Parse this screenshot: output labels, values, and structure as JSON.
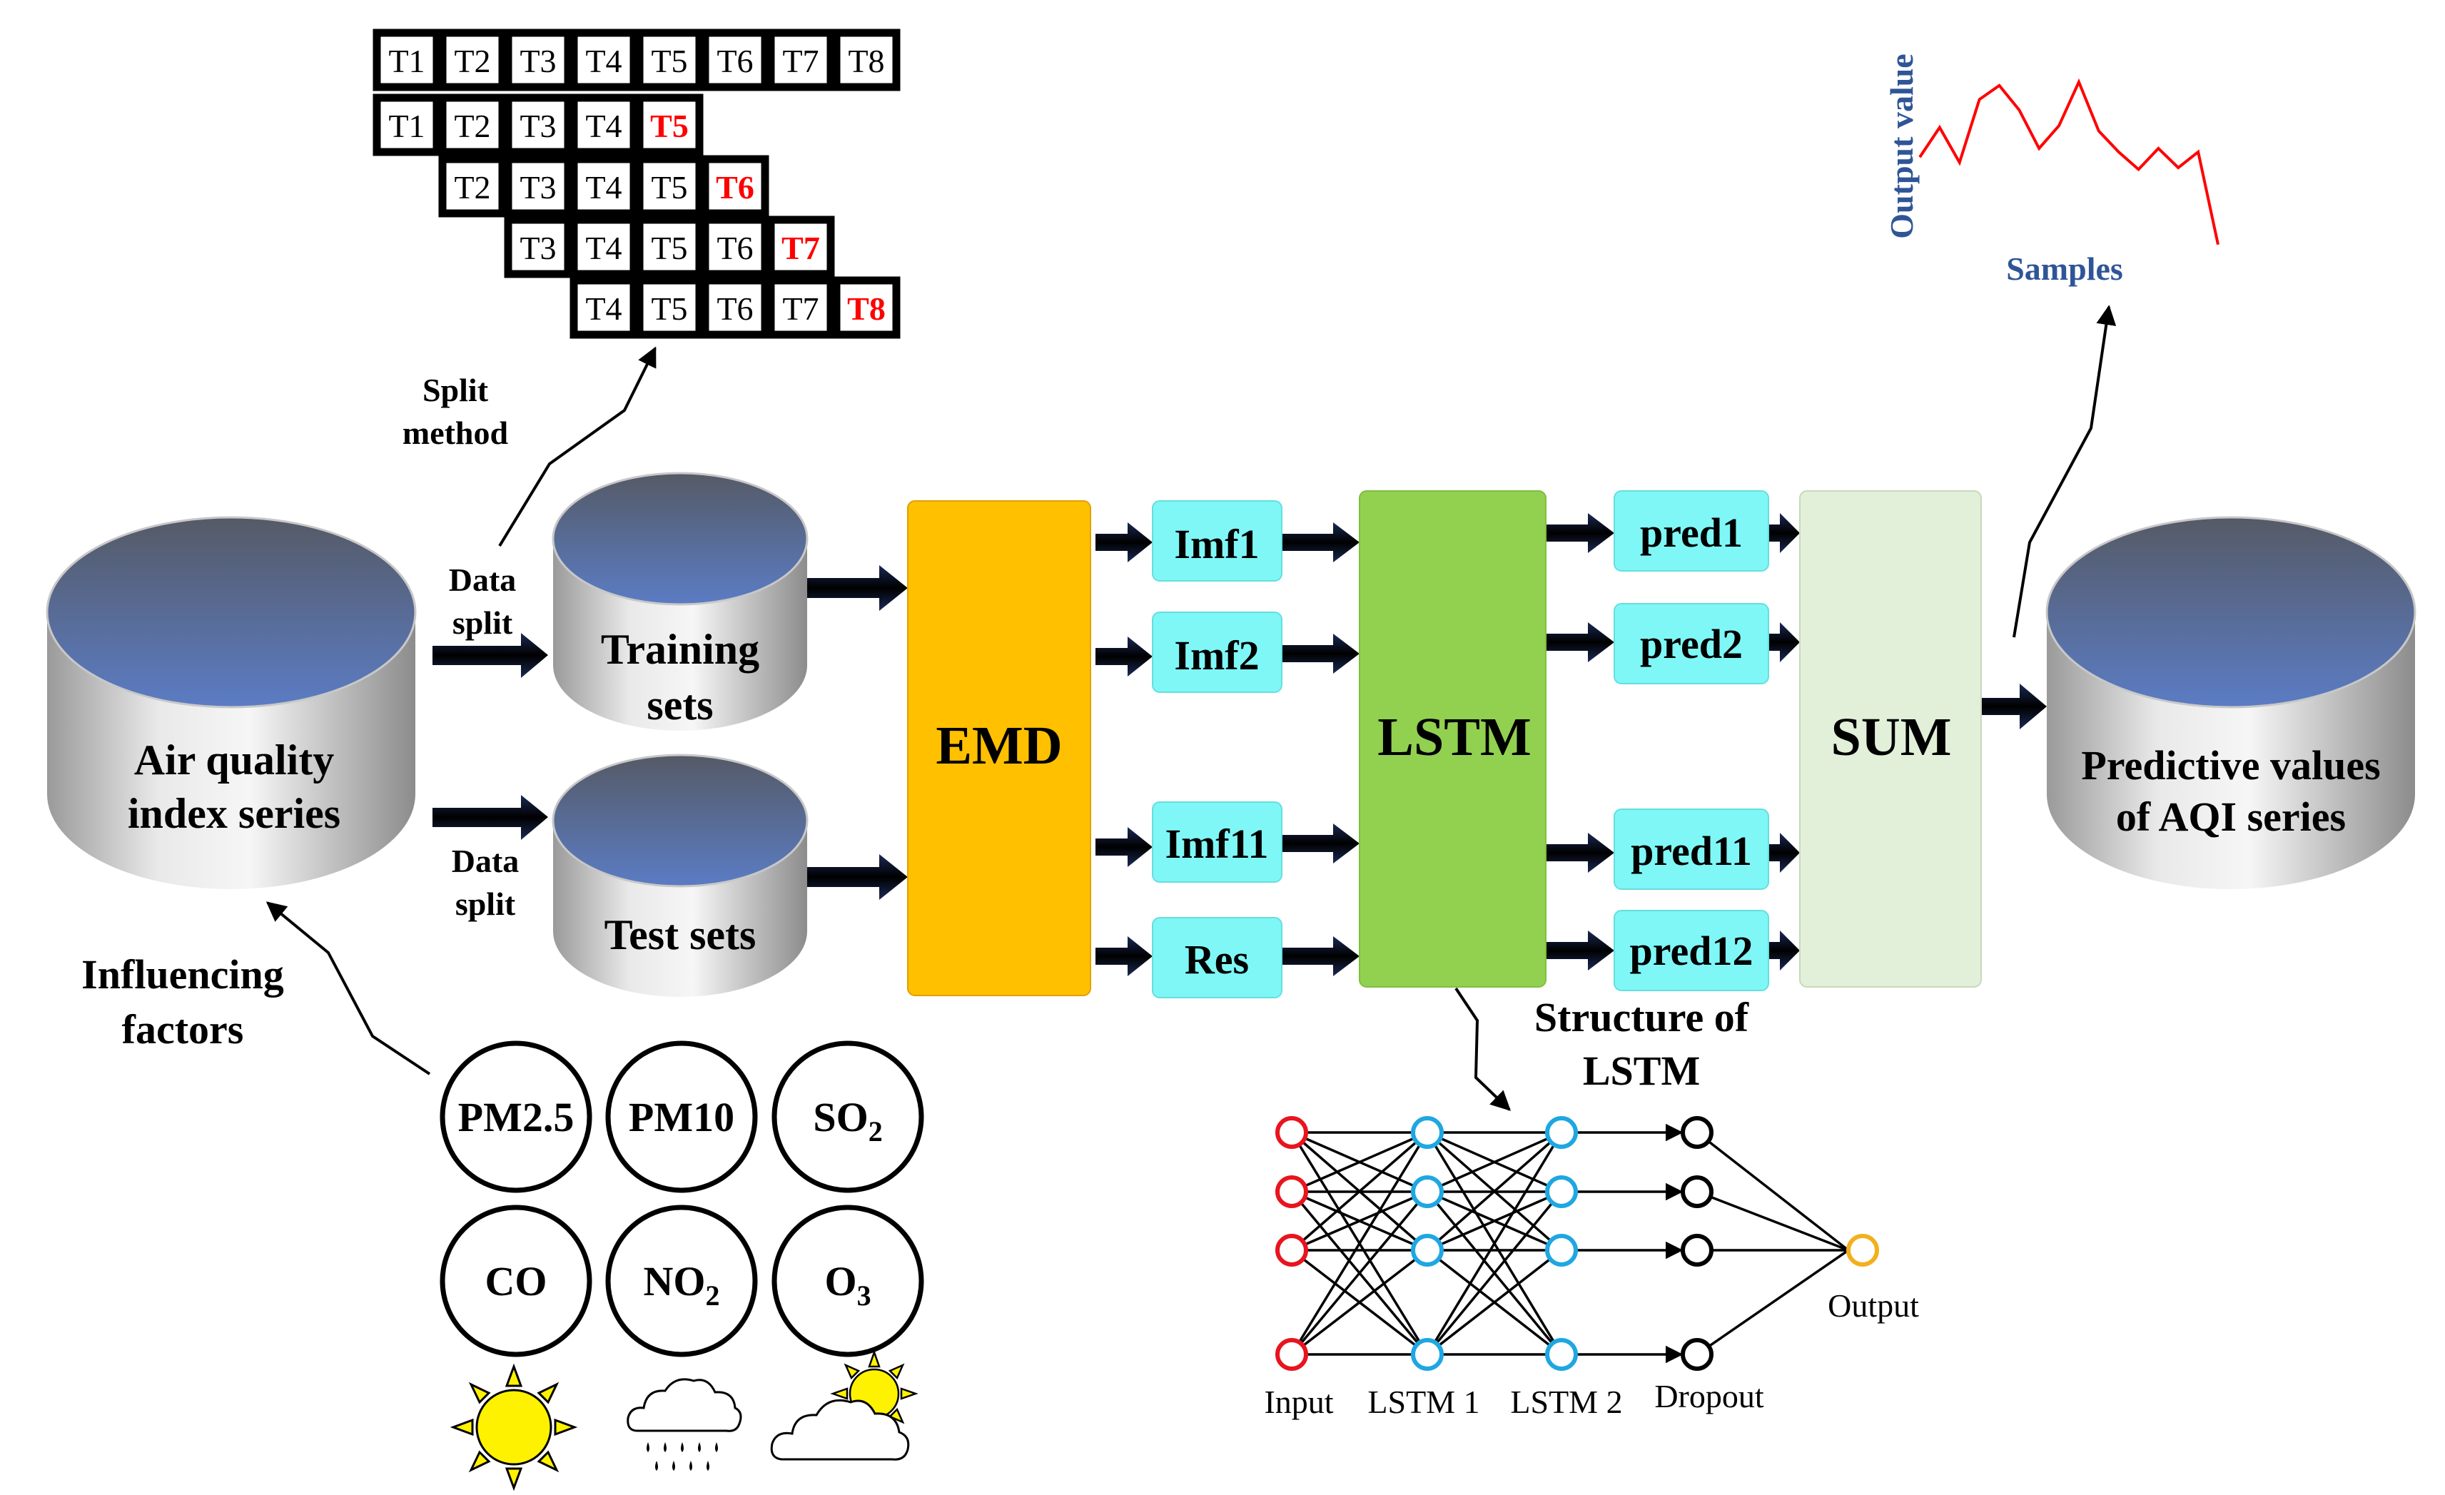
{
  "colors": {
    "emd": "#FFC000",
    "lstm": "#92D050",
    "sum": "#E2EFD9",
    "imf_box": "#7FF7F7",
    "db_top": "#5B7CC4",
    "db_body": "#D0D0D0",
    "highlight_red": "#FF0000",
    "chart_line": "#FF0000",
    "axis_text": "#2F5597",
    "node_input": "#E8141E",
    "node_lstm": "#1EA7E1",
    "node_dropout": "#000000",
    "node_output": "#F2B01E",
    "sun": "#FFF200"
  },
  "split_rows": [
    {
      "cells": [
        "T1",
        "T2",
        "T3",
        "T4",
        "T5",
        "T6",
        "T7",
        "T8"
      ],
      "target": ""
    },
    {
      "cells": [
        "T1",
        "T2",
        "T3",
        "T4"
      ],
      "target": "T5"
    },
    {
      "cells": [
        "T2",
        "T3",
        "T4",
        "T5"
      ],
      "target": "T6"
    },
    {
      "cells": [
        "T3",
        "T4",
        "T5",
        "T6"
      ],
      "target": "T7"
    },
    {
      "cells": [
        "T4",
        "T5",
        "T6",
        "T7"
      ],
      "target": "T8"
    }
  ],
  "labels": {
    "split_method": [
      "Split",
      "method"
    ],
    "data_split_top": [
      "Data",
      "split"
    ],
    "data_split_bottom": [
      "Data",
      "split"
    ],
    "aqi_series": [
      "Air quality",
      "index series"
    ],
    "training_sets": [
      "Training",
      "sets"
    ],
    "test_sets": "Test sets",
    "influencing_factors": [
      "Influencing",
      "factors"
    ],
    "emd": "EMD",
    "lstm": "LSTM",
    "sum": "SUM",
    "predictive_values": [
      "Predictive values",
      "of AQI series"
    ],
    "structure_of_lstm": [
      "Structure of",
      "LSTM"
    ]
  },
  "imfs": [
    "Imf1",
    "Imf2",
    "Imf11",
    "Res"
  ],
  "preds": [
    "pred1",
    "pred2",
    "pred11",
    "pred12"
  ],
  "pollutants": [
    {
      "main": "PM2.5",
      "sub": ""
    },
    {
      "main": "PM10",
      "sub": ""
    },
    {
      "main": "SO",
      "sub": "2"
    },
    {
      "main": "CO",
      "sub": ""
    },
    {
      "main": "NO",
      "sub": "2"
    },
    {
      "main": "O",
      "sub": "3"
    }
  ],
  "weather_icons": [
    "sun-icon",
    "rain-cloud-icon",
    "partly-cloudy-icon"
  ],
  "network": {
    "layer_labels": [
      "Input",
      "LSTM 1",
      "LSTM 2",
      "Dropout"
    ],
    "output_label": "Output"
  },
  "chart_data": {
    "type": "line",
    "xlabel": "Samples",
    "ylabel": "Output value",
    "series": [
      {
        "values": [
          0.55,
          0.72,
          0.52,
          0.88,
          0.96,
          0.82,
          0.6,
          0.73,
          0.98,
          0.7,
          0.58,
          0.48,
          0.6,
          0.49,
          0.58,
          0.05
        ]
      }
    ],
    "grid": false
  }
}
